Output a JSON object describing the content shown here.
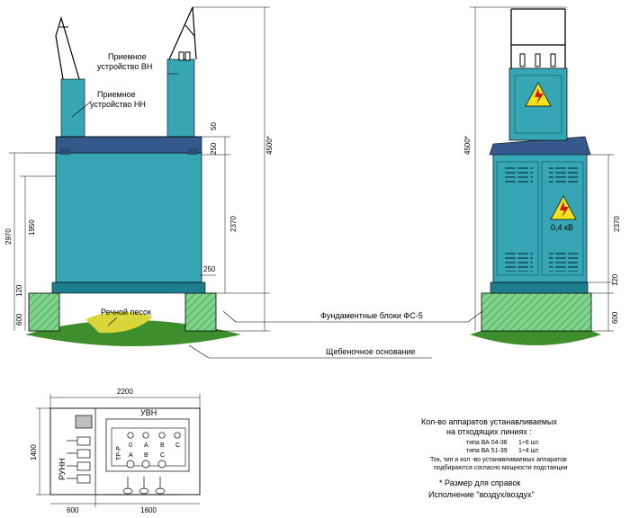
{
  "labels": {
    "hv_device": [
      "Приемное",
      "устройство ВН"
    ],
    "lv_device": [
      "Приемное",
      "устройство НН"
    ],
    "river_sand": "Речной песок",
    "foundation_blocks": "Фундаментные блоки ФС-5",
    "gravel_base": "Щебеночное основание",
    "voltage_badge": "0,4 кВ"
  },
  "dimensions": {
    "front_total_height": "4500*",
    "side_total_height": "4500*",
    "d50": "50",
    "d250_top": "250",
    "d2370_front": "2370",
    "d2370_side": "2370",
    "d1950": "1950",
    "d2970": "2970",
    "d120_left": "120",
    "d120_right": "120",
    "d600_left": "600",
    "d600_right": "600",
    "d250_bottom": "250",
    "plan_width": "2200",
    "plan_height": "1400",
    "plan_left": "600",
    "plan_right": "1600"
  },
  "plan": {
    "uvn": "УВН",
    "runn": "РУНН",
    "tr_r": "ТР-Р",
    "phases_top": [
      "0",
      "A",
      "B",
      "C"
    ],
    "phases_bottom": [
      "A",
      "B",
      "C"
    ]
  },
  "notes": {
    "title_line1": "Кол-во аппаратов устанавливаемых",
    "title_line2": "на отходящих линиях :",
    "row1_type": "типа ВА 04-36",
    "row1_count": "1÷6 шт.",
    "row2_type": "типа ВА 51-39",
    "row2_count": "1÷4 шт.",
    "info_line1": "Ток, тип и кол -во устанавливаемых аппаратов",
    "info_line2": "подбираются согласно мощности подстанции",
    "reference": "* Размер для справок",
    "execution": "Исполнение \"воздух/воздух\""
  },
  "colors": {
    "teal": "#36A6B4",
    "teal_dark": "#1F7E8E",
    "roof": "#34598A",
    "ground": "#3E8E2E",
    "hatch": "#7FD38A",
    "sand": "#D8D63A",
    "warning": "#F2E21E"
  }
}
